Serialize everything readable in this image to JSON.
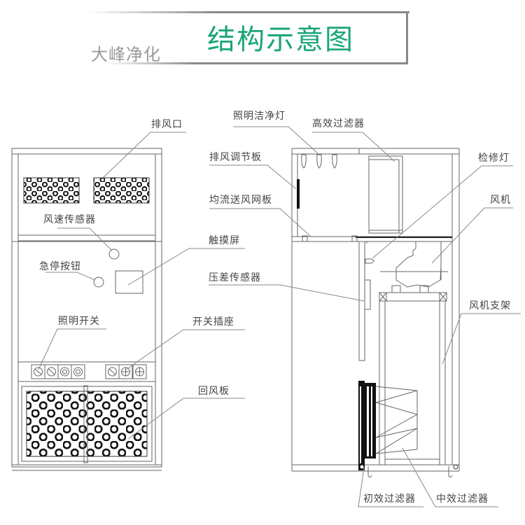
{
  "header": {
    "brand": "大峰净化",
    "title": "结构示意图",
    "title_color": "#1aa57a",
    "brand_color": "#9a9a9a"
  },
  "front_view": {
    "labels": {
      "exhaust_outlet": "排风口",
      "wind_speed_sensor": "风速传感器",
      "emergency_stop_button": "急停按钮",
      "touch_screen": "触摸屏",
      "lighting_switch": "照明开关",
      "switch_socket": "开关插座",
      "return_air_panel": "回风板"
    }
  },
  "side_view": {
    "labels": {
      "lighting_clean_lamp": "照明洁净灯",
      "hepa_filter": "高效过滤器",
      "exhaust_damper": "排风调节板",
      "inspection_lamp": "检修灯",
      "uniform_flow_mesh": "均流送风网板",
      "fan": "风机",
      "differential_pressure_sensor": "压差传感器",
      "fan_bracket": "风机支架",
      "primary_filter": "初效过滤器",
      "medium_filter": "中效过滤器"
    }
  }
}
